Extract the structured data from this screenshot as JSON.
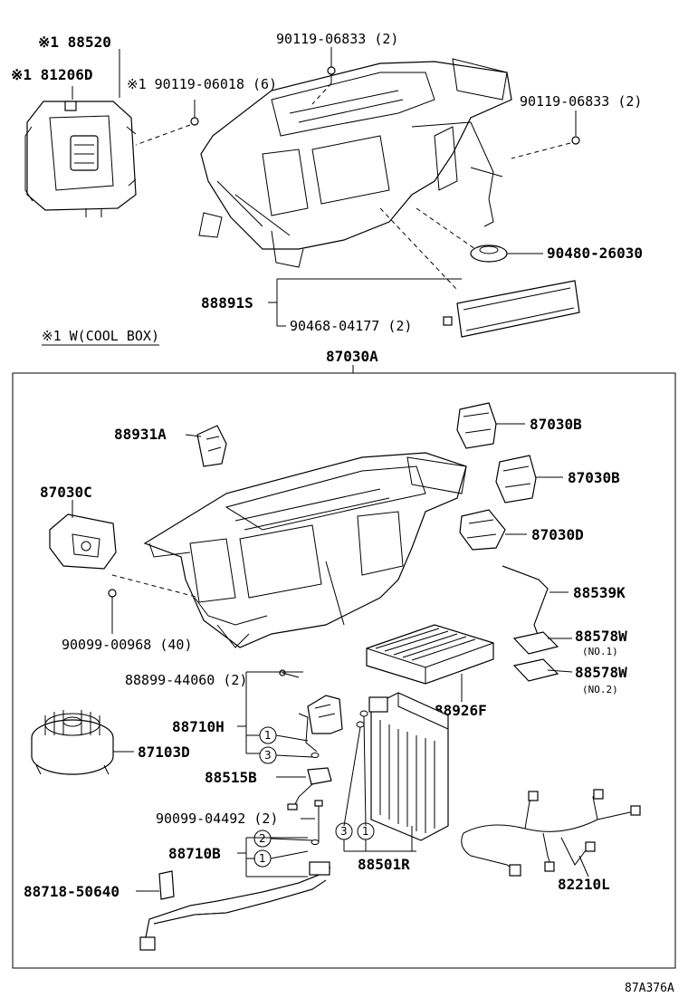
{
  "labels": {
    "p88520": "※1 88520",
    "p81206D": "※1 81206D",
    "p90119_06018": "※1 90119-06018 (6)",
    "p90119_06833_top": "90119-06833 (2)",
    "p90119_06833_right": "90119-06833 (2)",
    "p90480": "90480-26030",
    "p88891S": "88891S",
    "p90468": "90468-04177 (2)",
    "cool_box_note": "※1 W(COOL BOX)",
    "p87030A": "87030A",
    "p88931A": "88931A",
    "p87030B_1": "87030B",
    "p87030B_2": "87030B",
    "p87030C": "87030C",
    "p87030D": "87030D",
    "p88539K": "88539K",
    "p90099_00968": "90099-00968 (40)",
    "p88578W_1": "88578W",
    "no1": "(NO.1)",
    "p88578W_2": "88578W",
    "no2": "(NO.2)",
    "p88899": "88899-44060 (2)",
    "p88926F": "88926F",
    "p88710H": "88710H",
    "p87103D": "87103D",
    "p88515B": "88515B",
    "p90099_04492": "90099-04492 (2)",
    "p88710B": "88710B",
    "p88501R": "88501R",
    "p88718": "88718-50640",
    "p82210L": "82210L",
    "circle1": "1",
    "circle2": "2",
    "circle3": "3",
    "figure_code": "87A376A"
  }
}
